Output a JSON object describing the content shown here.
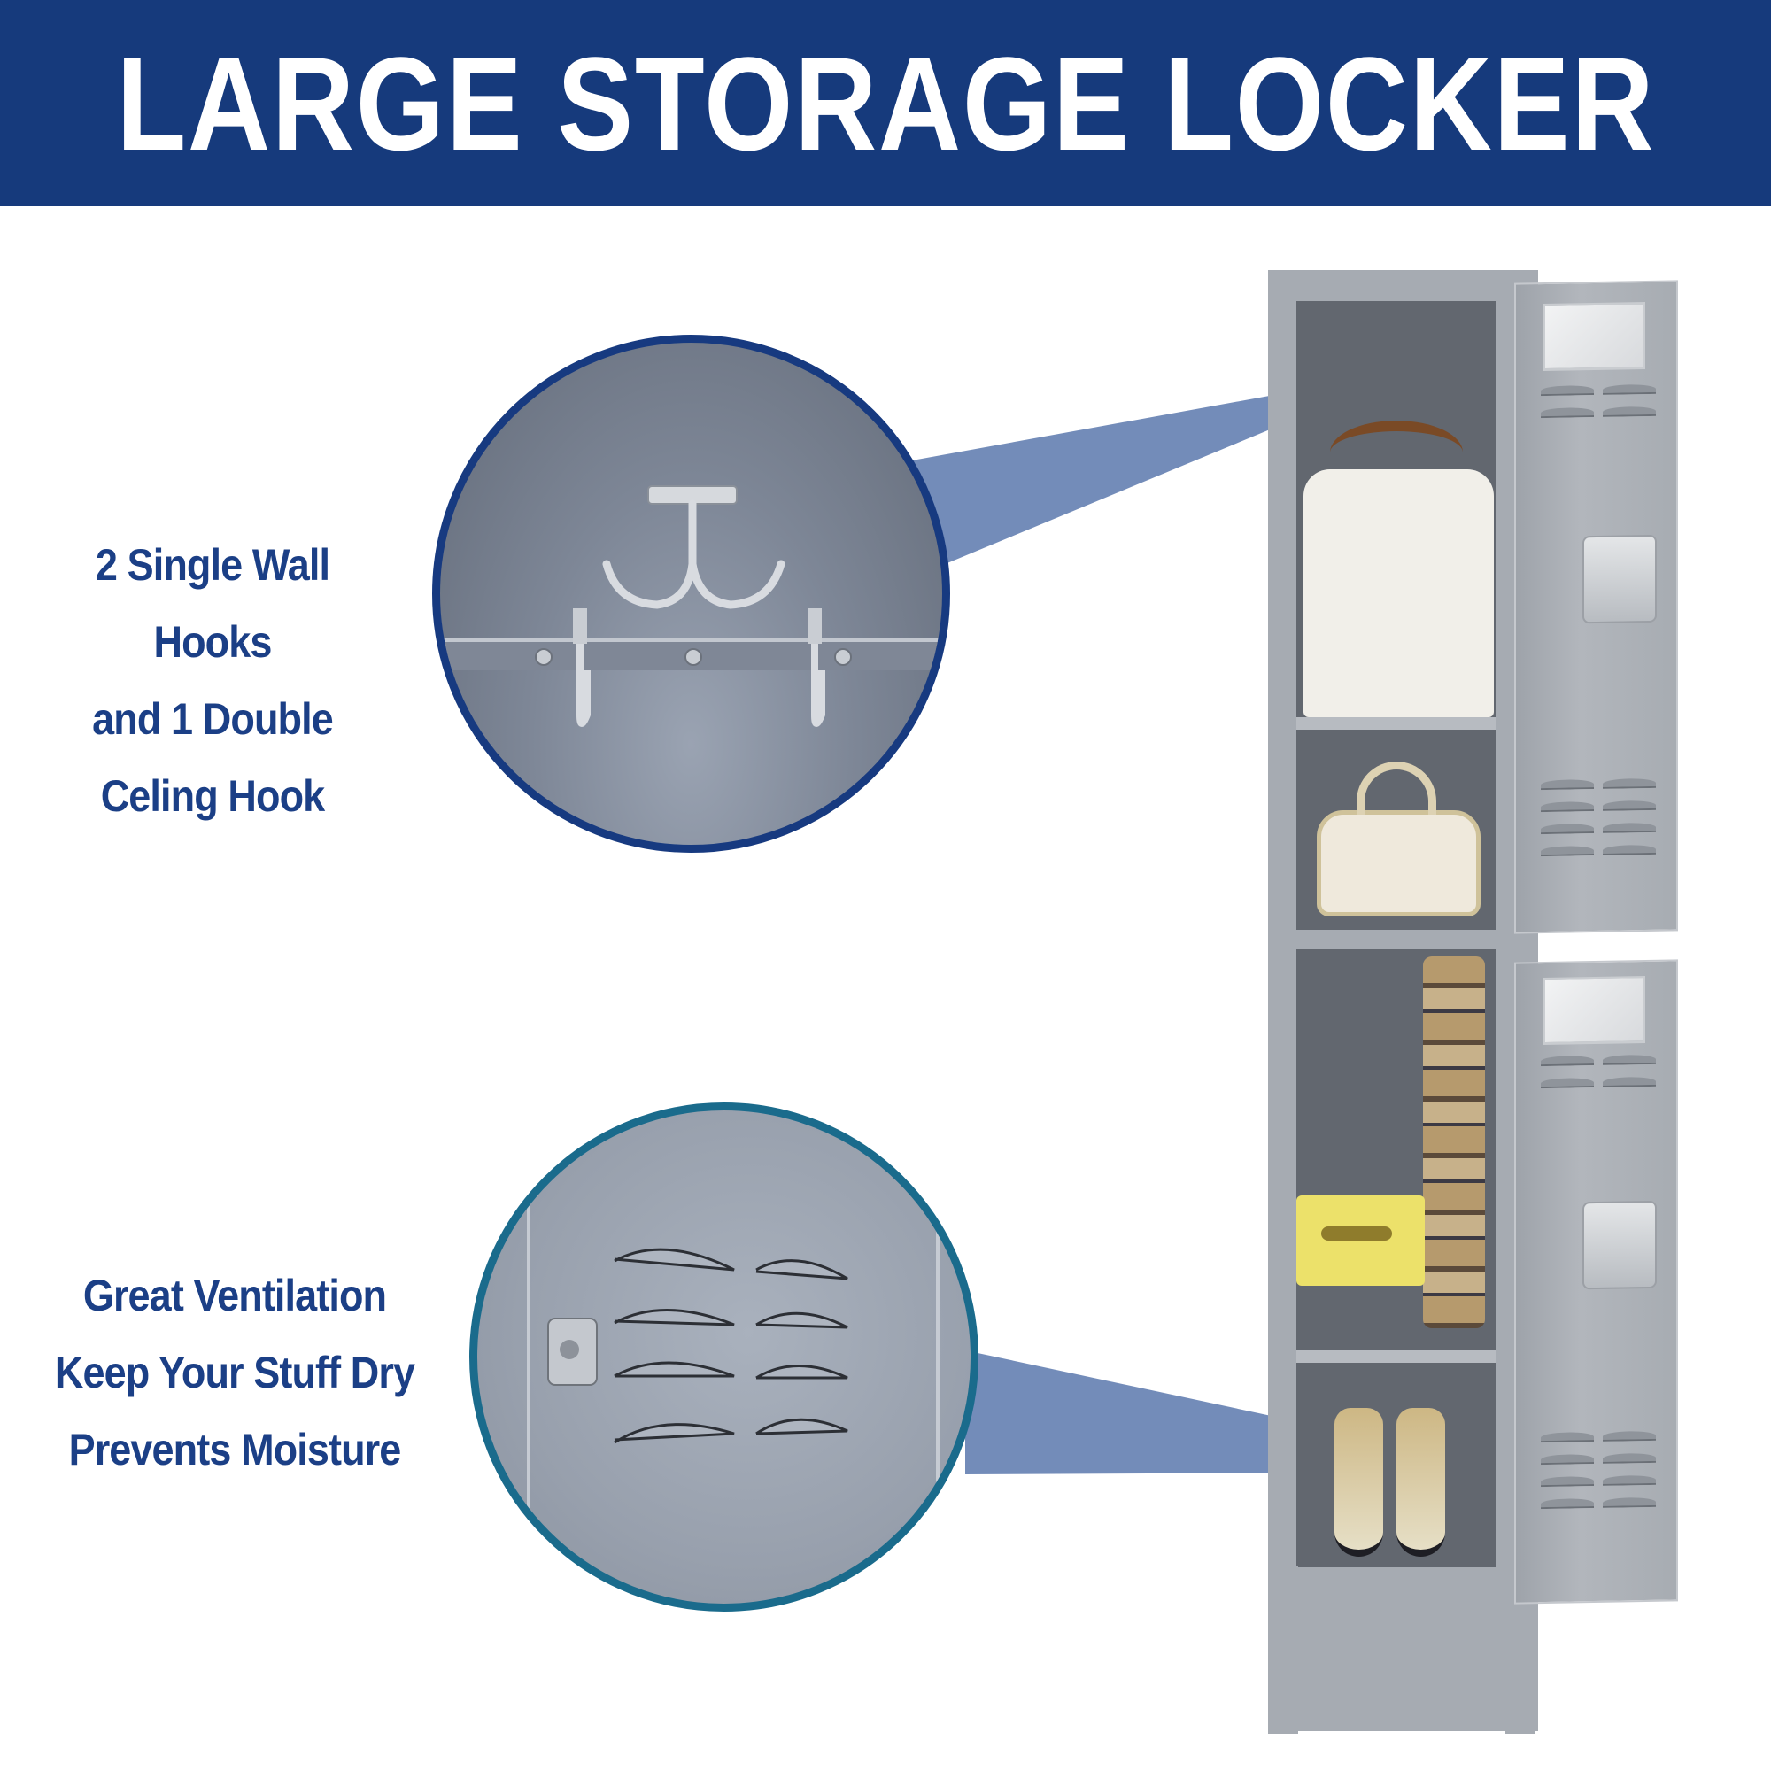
{
  "banner": {
    "title": "LARGE STORAGE LOCKER",
    "background_color": "#163a7c",
    "text_color": "#ffffff"
  },
  "callouts": [
    {
      "id": "hooks",
      "lines": [
        "2 Single Wall Hooks",
        "and 1 Double",
        "Celing Hook"
      ],
      "text_color": "#1b3f86",
      "ring_color": "#173a80",
      "depicts": "double ceiling hook and two single wall hooks on locker rail"
    },
    {
      "id": "ventilation",
      "lines": [
        "Great Ventilation",
        "Keep Your Stuff Dry",
        "Prevents Moisture"
      ],
      "text_color": "#1b3f86",
      "ring_color": "#1a6b8c",
      "depicts": "close-up of door louvered vents (2 columns x 4 rows) and latch"
    }
  ],
  "product": {
    "name": "2-tier grey metal locker",
    "color": "#a6abb2",
    "compartments": [
      {
        "position": "top",
        "contents": [
          "white blouses on wooden hangers",
          "cream handbag"
        ]
      },
      {
        "position": "bottom",
        "contents": [
          "plaid scarf",
          "yellow storage box",
          "pair of heels"
        ]
      }
    ]
  }
}
